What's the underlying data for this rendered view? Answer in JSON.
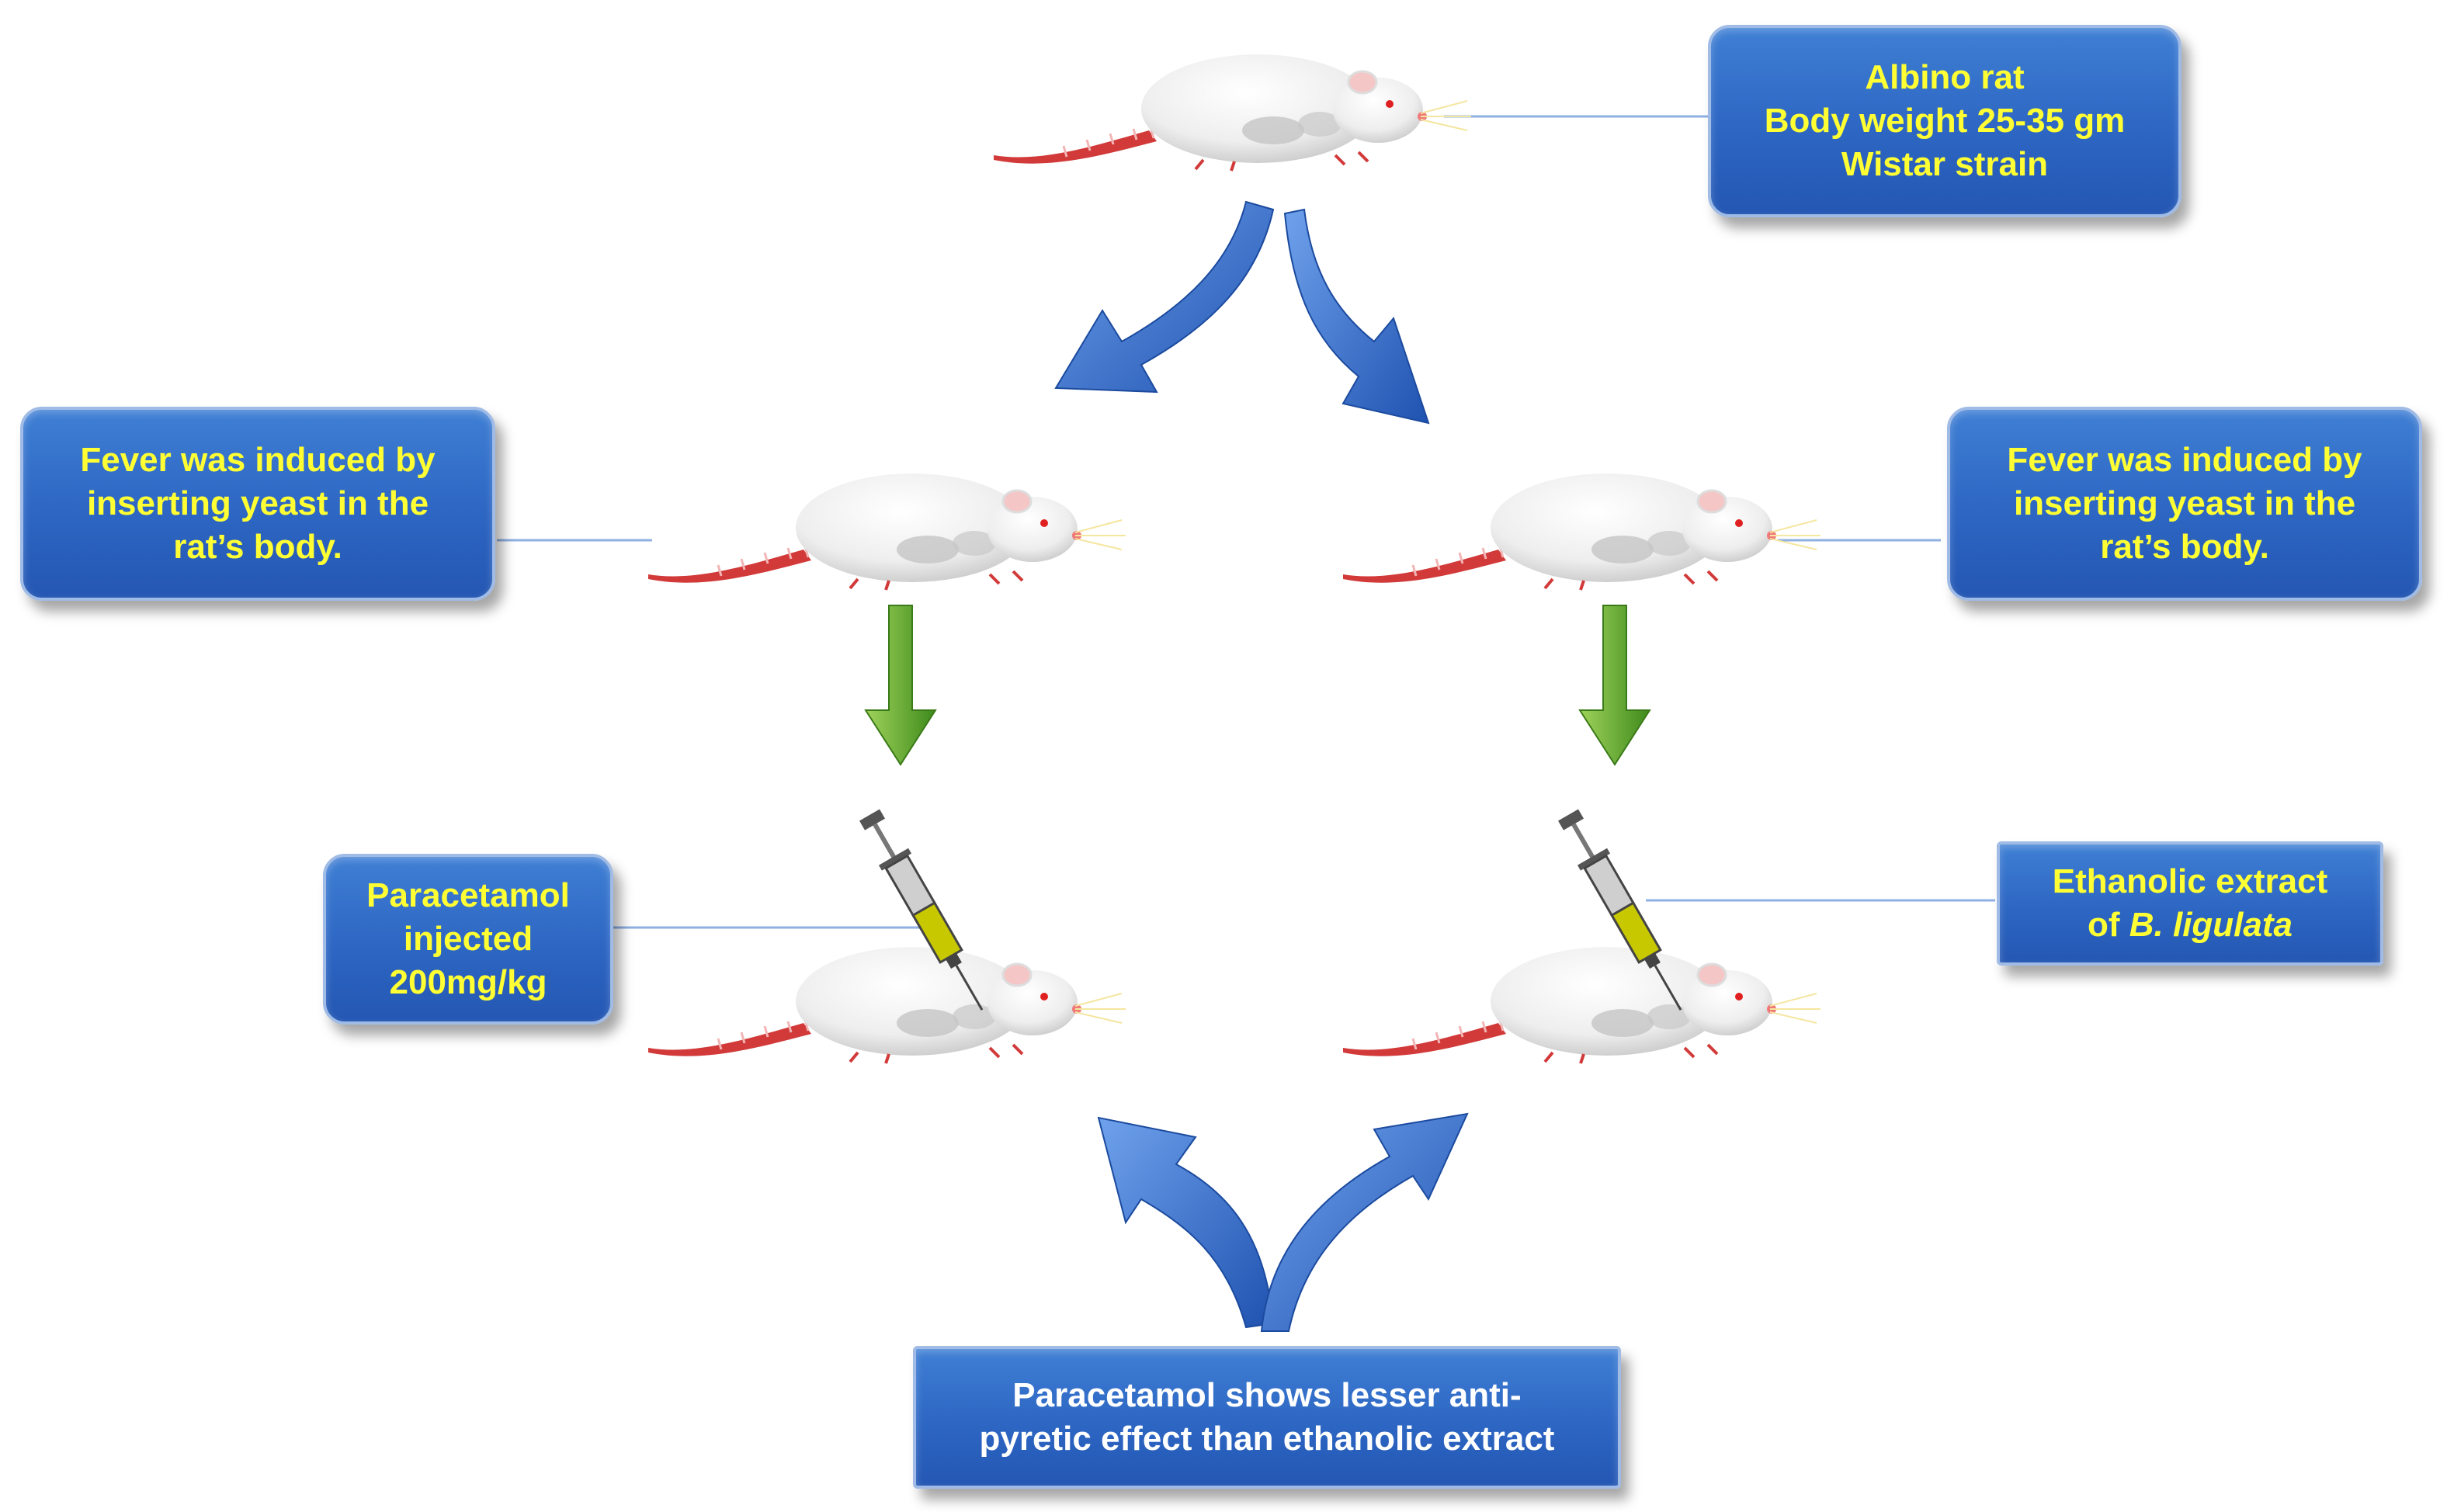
{
  "diagram": {
    "top_info": [
      "Albino rat",
      "Body weight 25-35 gm",
      "Wistar strain"
    ],
    "left_fever": [
      "Fever was induced by",
      "inserting yeast in the",
      "rat’s body."
    ],
    "right_fever": [
      "Fever was induced by",
      "inserting yeast in the",
      "rat’s body."
    ],
    "paracetamol": [
      "Paracetamol",
      "injected",
      "200mg/kg"
    ],
    "extract": {
      "line1": "Ethanolic extract",
      "prefix": "of ",
      "species": "B. ligulata"
    },
    "conclusion": [
      "Paracetamol shows lesser anti-",
      "pyretic effect than ethanolic extract"
    ]
  },
  "colors": {
    "box_fill": "#2d66c3",
    "box_text": "#ffff33",
    "conclusion_text": "#ffffff",
    "blue_arrow": "#2a63c6",
    "green_arrow": "#5fa82a",
    "rat_tail": "#d23a3a"
  }
}
